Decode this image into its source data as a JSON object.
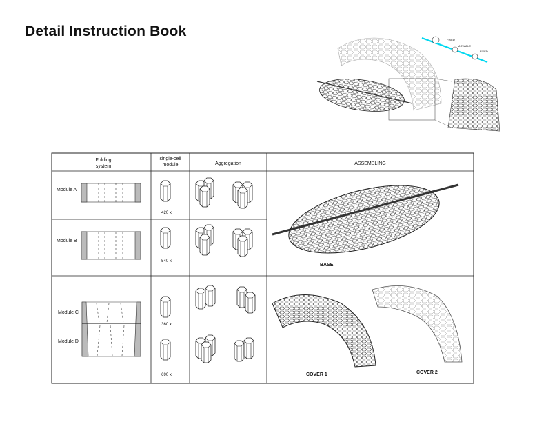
{
  "title": "Detail Instruction Book",
  "top_diagram": {
    "labels": [
      "FIXED",
      "MOVABLE",
      "FIXED"
    ],
    "accent": "#00d8f0"
  },
  "table": {
    "headers": [
      "Folding\nsystem",
      "single-cell\nmodule",
      "Aggregation",
      "ASSEMBLING"
    ],
    "rows": [
      {
        "module": "Module A",
        "count": "420 x"
      },
      {
        "module": "Module B",
        "count": "540 x"
      },
      {
        "module": "Module C",
        "count": "360 x"
      },
      {
        "module": "Module D",
        "count": "690 x"
      }
    ],
    "assembly_labels": [
      "BASE",
      "COVER 1",
      "COVER 2"
    ]
  }
}
